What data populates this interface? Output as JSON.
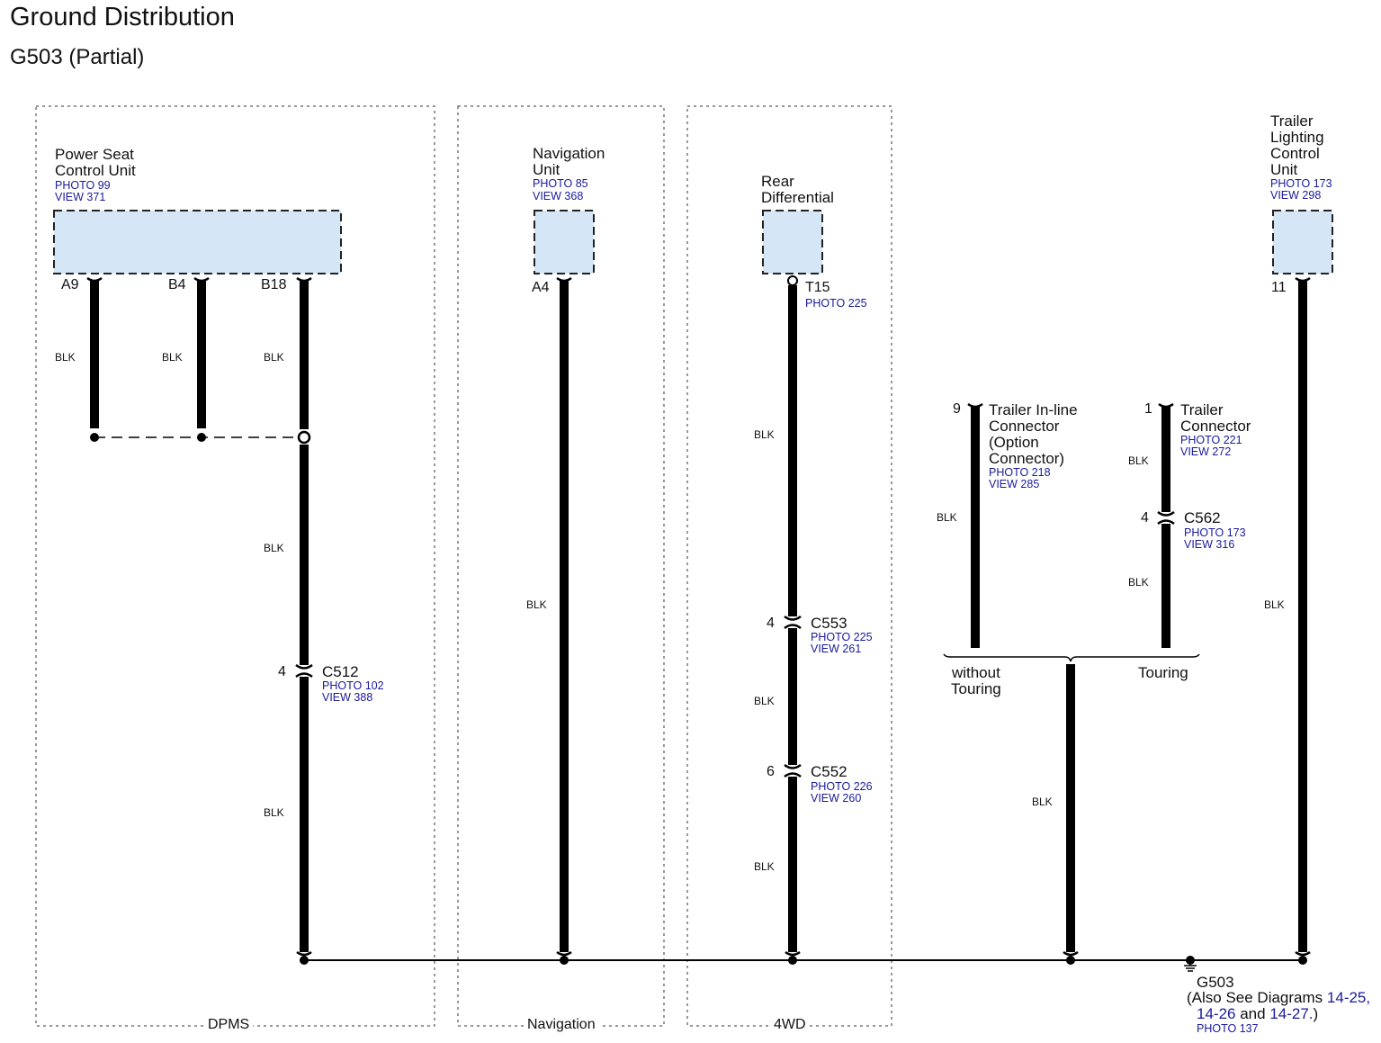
{
  "title": "Ground Distribution",
  "subtitle": "G503 (Partial)",
  "regions": {
    "dpms": "DPMS",
    "navigation": "Navigation",
    "fourwd": "4WD"
  },
  "components": {
    "power_seat": {
      "name": "Power Seat\nControl Unit",
      "photo": "PHOTO 99",
      "view": "VIEW 371",
      "pins": [
        "A9",
        "B4",
        "B18"
      ]
    },
    "nav_unit": {
      "name": "Navigation\nUnit",
      "photo": "PHOTO 85",
      "view": "VIEW 368",
      "pin": "A4"
    },
    "rear_diff": {
      "name": "Rear\nDifferential",
      "pin": "T15",
      "photo": "PHOTO 225"
    },
    "trailer_lighting": {
      "name": "Trailer\nLighting\nControl\nUnit",
      "photo": "PHOTO 173",
      "view": "VIEW 298",
      "pin": "11"
    },
    "trailer_inline": {
      "pin": "9",
      "name": "Trailer In-line\nConnector\n(Option\nConnector)",
      "photo": "PHOTO 218",
      "view": "VIEW 285"
    },
    "trailer_connector": {
      "pin": "1",
      "name": "Trailer\nConnector",
      "photo": "PHOTO 221",
      "view": "VIEW 272"
    }
  },
  "connectors": {
    "c512": {
      "pin": "4",
      "name": "C512",
      "photo": "PHOTO 102",
      "view": "VIEW 388"
    },
    "c553": {
      "pin": "4",
      "name": "C553",
      "photo": "PHOTO 225",
      "view": "VIEW 261"
    },
    "c552": {
      "pin": "6",
      "name": "C552",
      "photo": "PHOTO 226",
      "view": "VIEW 260"
    },
    "c562": {
      "pin": "4",
      "name": "C562",
      "photo": "PHOTO 173",
      "view": "VIEW 316"
    }
  },
  "wire_color": "BLK",
  "options": {
    "without": "without\nTouring",
    "touring": "Touring"
  },
  "ground": {
    "name": "G503",
    "also_prefix": "(Also See Diagrams",
    "ref1": "14-25,",
    "ref2": "14-26",
    "and": "and",
    "ref3": "14-27.",
    "close": ")",
    "photo": "PHOTO 137"
  },
  "colors": {
    "component_fill": "#d5e6f7",
    "reference_text": "#1a1a9c",
    "wire": "#000000"
  }
}
